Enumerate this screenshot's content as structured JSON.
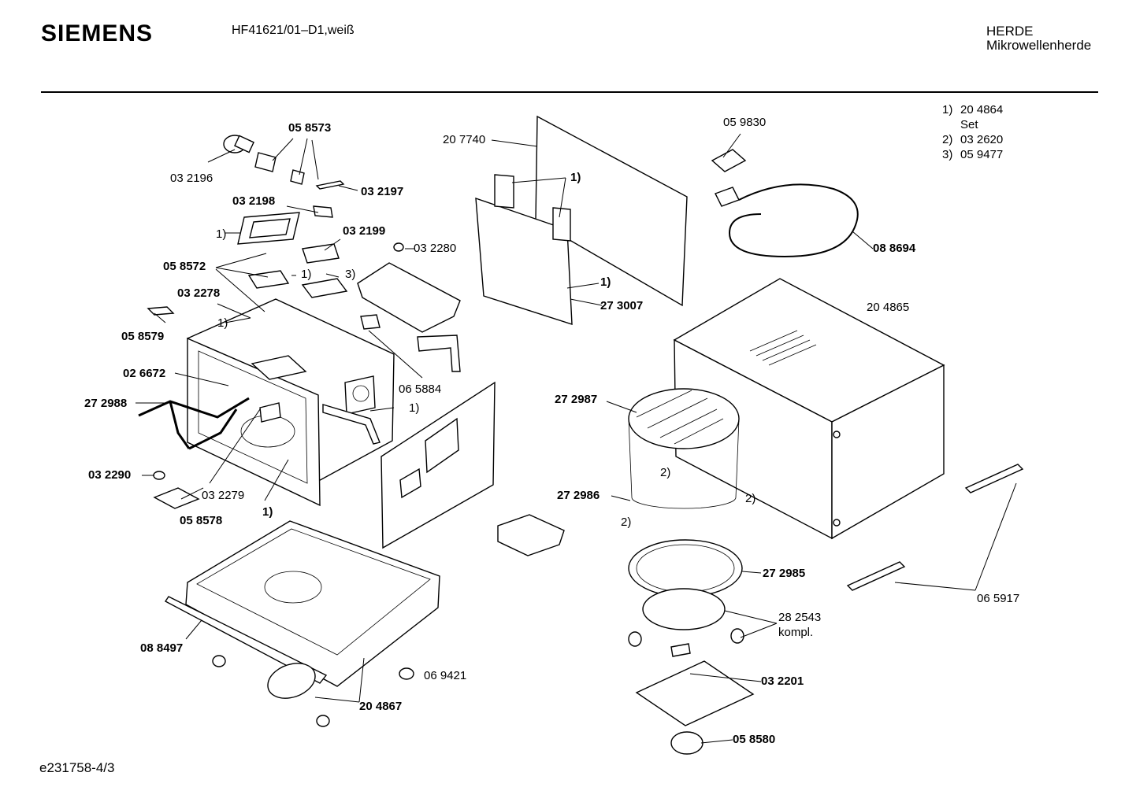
{
  "header": {
    "brand": "SIEMENS",
    "model": "HF41621/01–D1,weiß",
    "category": "HERDE",
    "subcategory": "Mikrowellenherde"
  },
  "legend": [
    {
      "num": "1)",
      "value": "20 4864"
    },
    {
      "num": "",
      "value": "Set"
    },
    {
      "num": "2)",
      "value": "03 2620"
    },
    {
      "num": "3)",
      "value": "05 9477"
    }
  ],
  "parts": {
    "p058573": "05 8573",
    "p032196": "03 2196",
    "p032197": "03 2197",
    "p032198": "03 2198",
    "p032199": "03 2199",
    "p032280": "03 2280",
    "p058572": "05 8572",
    "p032278": "03 2278",
    "p058579": "05 8579",
    "p026672": "02 6672",
    "p065884": "06 5884",
    "p272988": "27 2988",
    "p032290": "03 2290",
    "p032279": "03 2279",
    "p058578": "05 8578",
    "p088497": "08 8497",
    "p204867": "20 4867",
    "p069421": "06 9421",
    "p207740": "20 7740",
    "p273007": "27 3007",
    "p059830": "05 9830",
    "p088694": "08 8694",
    "p204865": "20 4865",
    "p272987": "27 2987",
    "p272986": "27 2986",
    "p272985": "27 2985",
    "p282543": "28 2543",
    "p282543b": "kompl.",
    "p032201": "03 2201",
    "p058580": "05 8580",
    "p065917": "06 5917"
  },
  "refs": {
    "r1a": "1)",
    "r1b": "1)",
    "r1c": "1)",
    "r1d": "1)",
    "r1e": "1)",
    "r1f": "1)",
    "r1g": "1)",
    "r3": "3)",
    "r2a": "2)",
    "r2b": "2)",
    "r2c": "2)"
  },
  "footer": {
    "code": "e231758-4/3"
  }
}
